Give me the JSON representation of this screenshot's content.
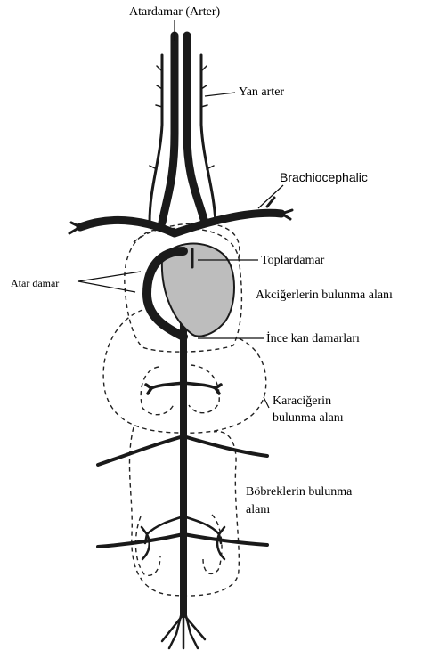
{
  "labels": {
    "atardamar_arter": "Atardamar (Arter)",
    "yan_arter": "Yan arter",
    "brachiocephalic": "Brachiocephalic",
    "toplardamar": "Toplardamar",
    "atar_damar": "Atar damar",
    "akciger": "Akciğerlerin bulunma alanı",
    "ince_kan": "İnce kan damarları",
    "karaciger_1": "Karaciğerin",
    "karaciger_2": "bulunma alanı",
    "bobrek_1": "Böbreklerin bulunma",
    "bobrek_2": "alanı"
  },
  "colors": {
    "vessel": "#1a1a1a",
    "heart_fill": "#bdbdbd",
    "vessel_fill": "#d8d8d8",
    "background": "#ffffff"
  }
}
